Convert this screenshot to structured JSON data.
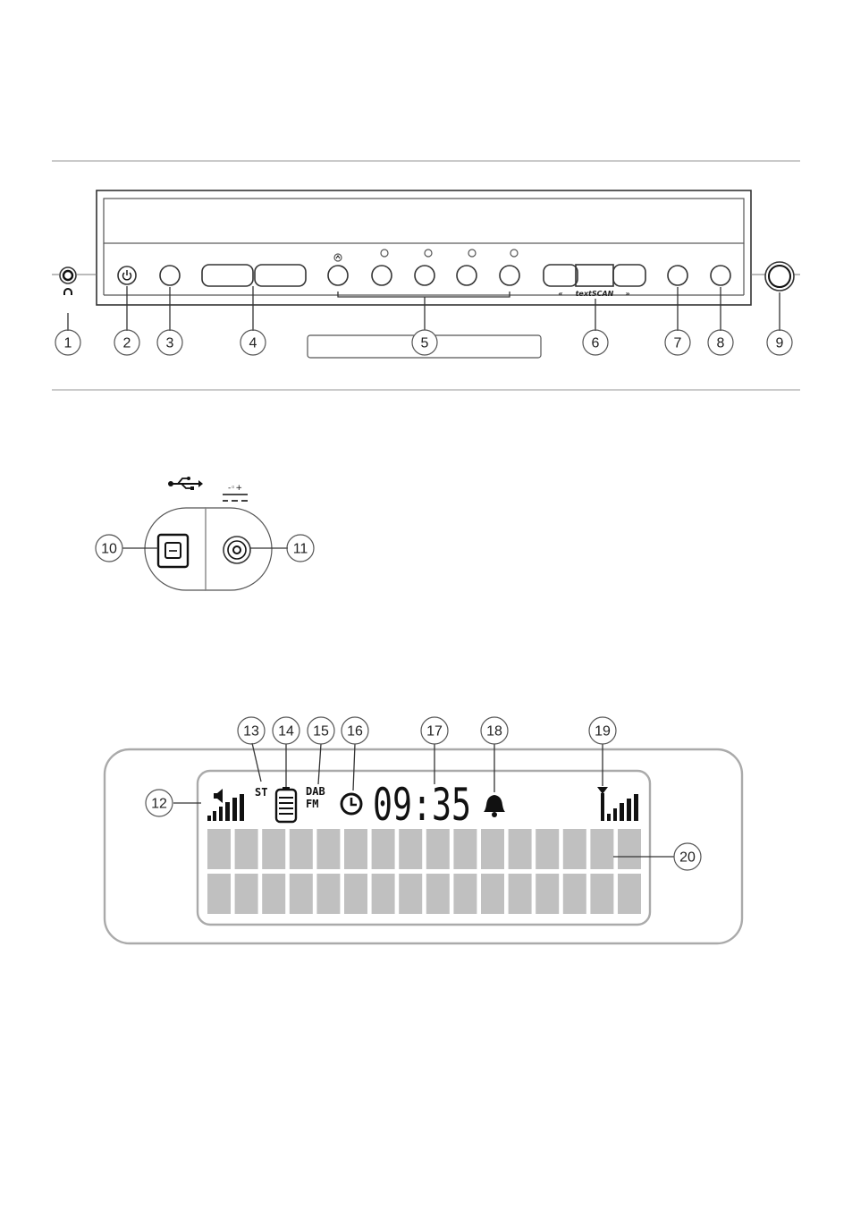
{
  "top_panel": {
    "callouts": [
      "1",
      "2",
      "3",
      "4",
      "5",
      "6",
      "7",
      "8",
      "9"
    ],
    "scan_label": "textSCAN",
    "scan_rewind": "«",
    "scan_forward": "»"
  },
  "rear_panel": {
    "callouts": [
      "10",
      "11"
    ],
    "dc_symbol": "-◦+",
    "usb_icon": "usb-icon",
    "dc_icon": "dc-polarity-icon"
  },
  "display": {
    "callouts": [
      "12",
      "13",
      "14",
      "15",
      "16",
      "17",
      "18",
      "19",
      "20"
    ],
    "stereo": "ST",
    "band_dab": "DAB",
    "band_fm": "FM",
    "time": "09:35",
    "segment_color": "#c0c0c0",
    "text_rows": 2,
    "text_cols": 16
  }
}
